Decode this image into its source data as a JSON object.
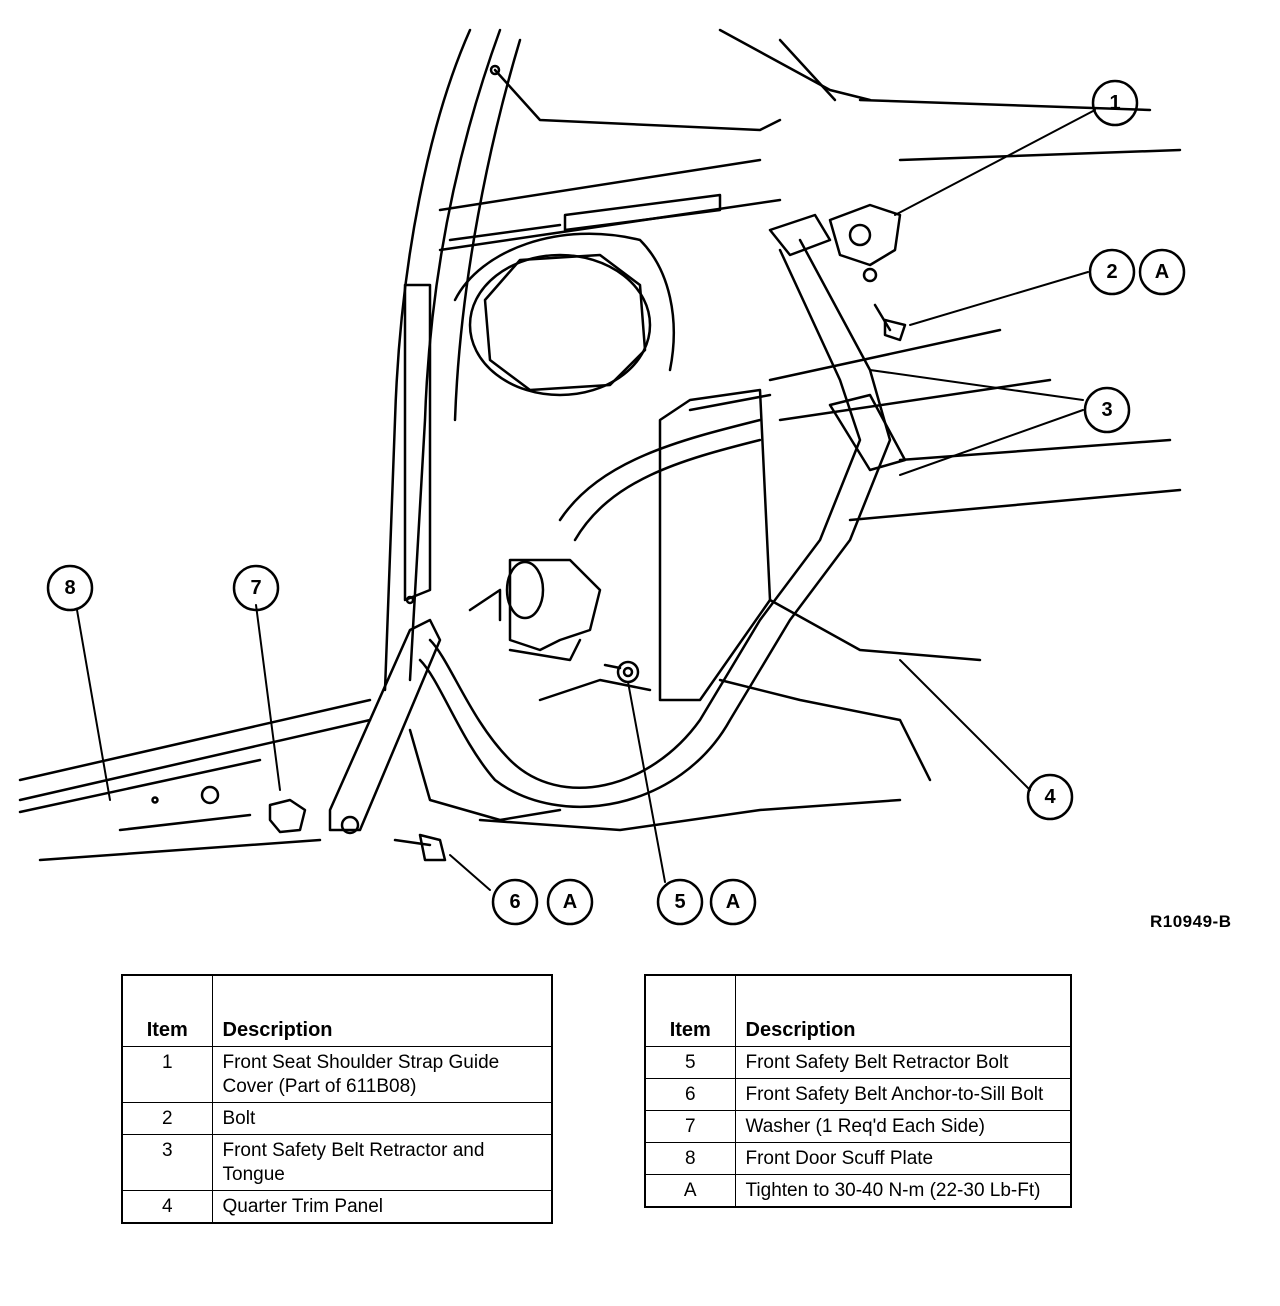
{
  "figure_id": "R10949-B",
  "callouts": {
    "c1": "1",
    "c2": "2",
    "c2a": "A",
    "c3": "3",
    "c4": "4",
    "c5": "5",
    "c5a": "A",
    "c6": "6",
    "c6a": "A",
    "c7": "7",
    "c8": "8"
  },
  "legend_left": {
    "header_item": "Item",
    "header_desc": "Description",
    "rows": [
      {
        "item": "1",
        "desc": "Front Seat Shoulder Strap Guide Cover (Part of 611B08)"
      },
      {
        "item": "2",
        "desc": "Bolt"
      },
      {
        "item": "3",
        "desc": "Front Safety Belt Retractor and Tongue"
      },
      {
        "item": "4",
        "desc": "Quarter Trim Panel"
      }
    ]
  },
  "legend_right": {
    "header_item": "Item",
    "header_desc": "Description",
    "rows": [
      {
        "item": "5",
        "desc": "Front Safety Belt Retractor Bolt"
      },
      {
        "item": "6",
        "desc": "Front Safety Belt Anchor-to-Sill Bolt"
      },
      {
        "item": "7",
        "desc": "Washer (1 Req'd Each Side)"
      },
      {
        "item": "8",
        "desc": "Front Door Scuff Plate"
      },
      {
        "item": "A",
        "desc": "Tighten to 30-40 N-m (22-30 Lb-Ft)"
      }
    ]
  }
}
